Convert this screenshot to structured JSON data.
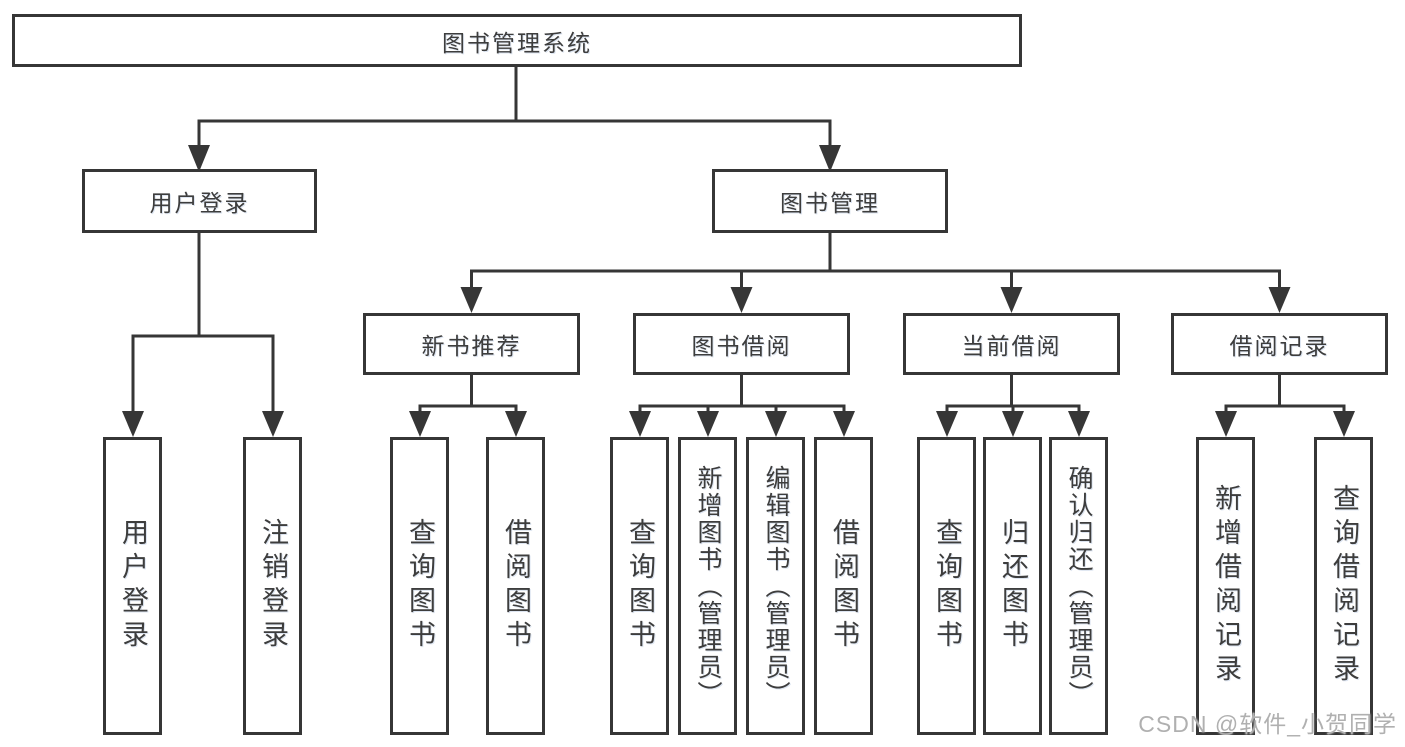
{
  "diagram": {
    "root": {
      "label": "图书管理系统"
    },
    "level2": [
      {
        "label": "用户登录"
      },
      {
        "label": "图书管理"
      }
    ],
    "level3": [
      {
        "label": "新书推荐"
      },
      {
        "label": "图书借阅"
      },
      {
        "label": "当前借阅"
      },
      {
        "label": "借阅记录"
      }
    ],
    "leaves": [
      {
        "label": "用户登录"
      },
      {
        "label": "注销登录"
      },
      {
        "label": "查询图书"
      },
      {
        "label": "借阅图书"
      },
      {
        "label": "查询图书"
      },
      {
        "label": "新增图书（管理员）"
      },
      {
        "label": "编辑图书（管理员）"
      },
      {
        "label": "借阅图书"
      },
      {
        "label": "查询图书"
      },
      {
        "label": "归还图书"
      },
      {
        "label": "确认归还（管理员）"
      },
      {
        "label": "新增借阅记录"
      },
      {
        "label": "查询借阅记录"
      }
    ],
    "watermark": "CSDN @软件_小贺同学",
    "colors": {
      "line": "#363636",
      "background": "#ffffff",
      "text": "#3d3d3d",
      "watermark": "#b0b0b0"
    }
  }
}
